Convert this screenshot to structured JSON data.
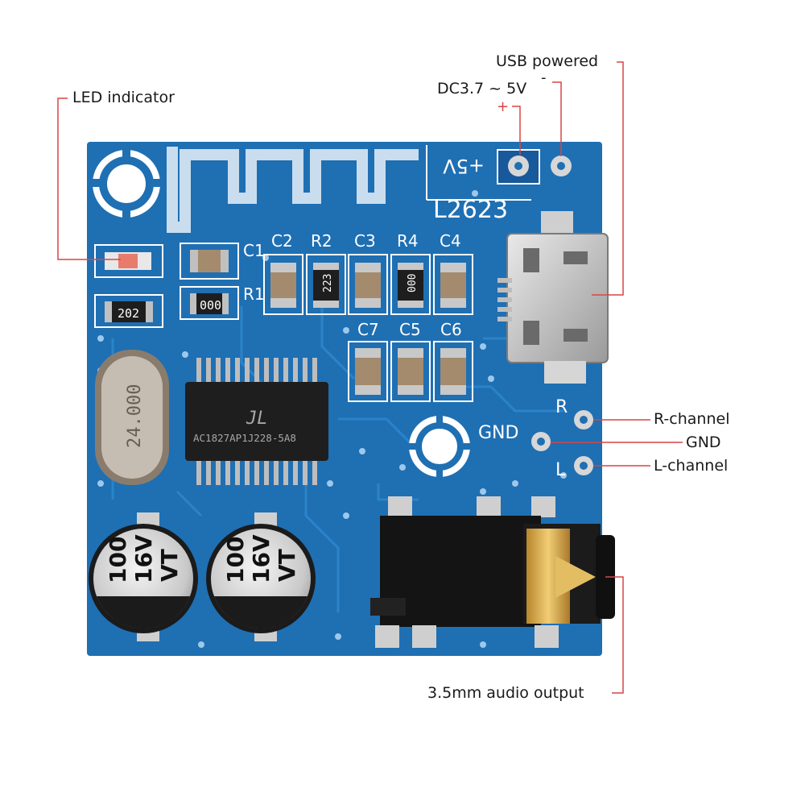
{
  "labels": {
    "led_indicator": "LED indicator",
    "usb_powered": "USB powered",
    "dc_voltage": "DC3.7 ~ 5V",
    "plus": "+",
    "minus": "-",
    "r_channel": "R-channel",
    "gnd": "GND",
    "l_channel": "L-channel",
    "audio_output": "3.5mm audio output"
  },
  "board": {
    "model": "L2623",
    "power_pad": "+5V",
    "pad_r": "R",
    "pad_gnd": "GND",
    "pad_l": "L",
    "components": [
      "C1",
      "C2",
      "R2",
      "C3",
      "R4",
      "C4",
      "R1",
      "C7",
      "C5",
      "C6"
    ],
    "resistor_codes": [
      "223",
      "000",
      "000",
      "202"
    ],
    "chip_logo": "JL",
    "chip_marking": "AC1827AP1J228-5A8",
    "crystal": "24.000",
    "capacitors": [
      {
        "value": "100",
        "voltage": "16V",
        "series": "VT"
      },
      {
        "value": "100",
        "voltage": "16V",
        "series": "VT"
      }
    ]
  },
  "colors": {
    "pcb": "#1f6fb3",
    "pcb_dark": "#17599a",
    "leader": "#d94545",
    "text": "#1a1a1a"
  }
}
